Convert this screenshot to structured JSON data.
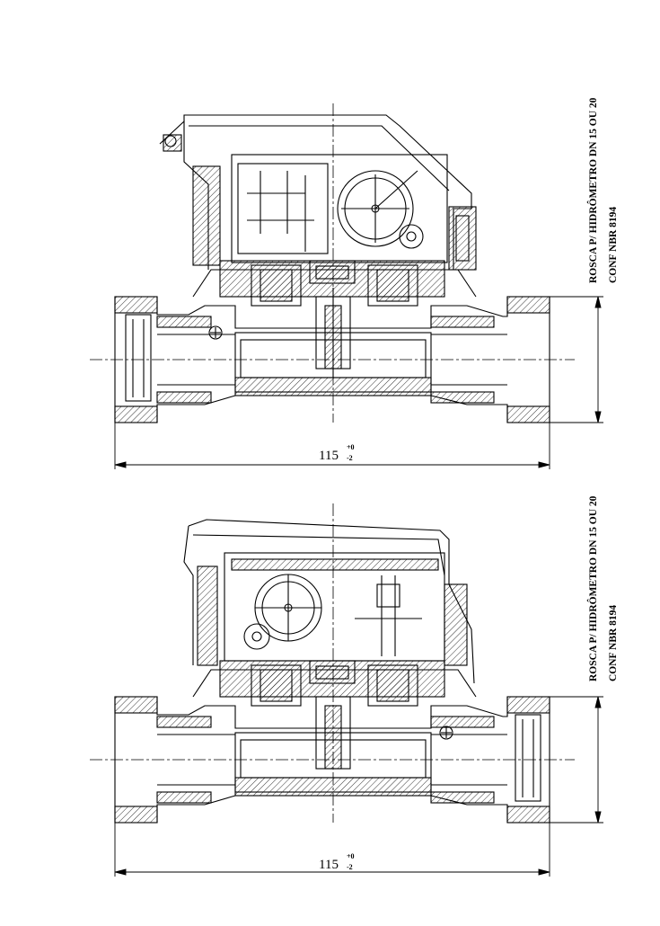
{
  "drawings": [
    {
      "id": "top",
      "dimension": {
        "value": "115",
        "tol_upper": "+0",
        "tol_lower": "-2"
      },
      "note_line1": "ROSCA P/ HIDRÔMETRO DN 15 OU 20",
      "note_line2": "CONF NBR 8194"
    },
    {
      "id": "bottom",
      "dimension": {
        "value": "115",
        "tol_upper": "+0",
        "tol_lower": "-2"
      },
      "note_line1": "ROSCA P/ HIDRÔMETRO DN 15 OU 20",
      "note_line2": "CONF NBR 8194"
    }
  ],
  "colors": {
    "line": "#000000",
    "background": "#ffffff"
  }
}
